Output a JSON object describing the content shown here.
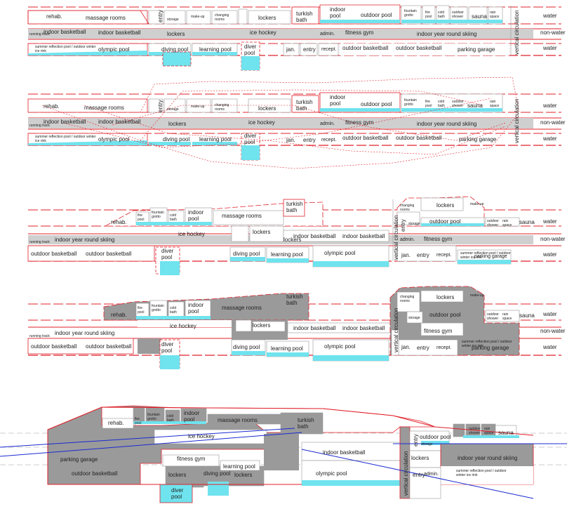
{
  "row_labels": {
    "water": "water",
    "non_water": "non-water"
  },
  "labels": {
    "rehab": "rehab.",
    "massage_rooms": "massage rooms",
    "entry": "entry",
    "storage": "storage",
    "make_up": "make-up",
    "changing_rooms": "changing rooms",
    "lockers": "lockers",
    "turkish_bath": "turkish bath",
    "indoor_pool": "indoor pool",
    "outdoor_pool": "outdoor pool",
    "fountain_grotto": "fountain grotto",
    "fire_pool": "fire pool",
    "cold_bath": "cold bath",
    "outdoor_shower": "outdoor shower",
    "rain_space": "rain space",
    "sauna": "sauna",
    "indoor_basketball": "indoor basketball",
    "ice_hockey": "ice hockey",
    "admin": "admin.",
    "fitness_gym": "fitness gym",
    "indoor_year_round_skiing": "indoor year round skiing",
    "running_track": "running track",
    "summer_reflection_pool": "summer reflection pool / outdoor winter ice rink",
    "olympic_pool": "olympic pool",
    "diving_pool": "diving pool",
    "learning_pool": "learning pool",
    "diver_pool": "diver pool",
    "jan": "jan.",
    "recept": "recept.",
    "outdoor_basketball": "outdoor basketball",
    "parking_garage": "parking garage",
    "vertical_circulation": "vertical circulation"
  },
  "colors": {
    "red": "#e0202a",
    "cyan": "#6fe3ee",
    "gray": "#9a9a9a",
    "light_gray": "#cfcfcf",
    "blue": "#1a2bd0"
  }
}
